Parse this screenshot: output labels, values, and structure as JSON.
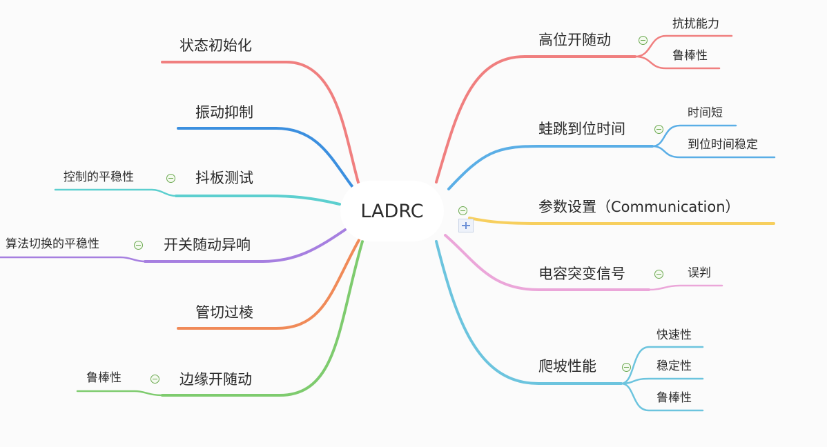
{
  "root": {
    "label": "LADRC"
  },
  "branches": {
    "zhuangtai": {
      "label": "状态初始化",
      "color": "#f07f7f"
    },
    "zhendong": {
      "label": "振动抑制",
      "color": "#3b8fdf"
    },
    "douban": {
      "label": "抖板测试",
      "color": "#5ccfcf",
      "children": [
        "控制的平稳性"
      ]
    },
    "kaiguan": {
      "label": "开关随动异响",
      "color": "#a67fe0",
      "children": [
        "算法切换的平稳性"
      ]
    },
    "guanqie": {
      "label": "管切过棱",
      "color": "#f08a58"
    },
    "bianyuan": {
      "label": "边缘开随动",
      "color": "#7ecb6e",
      "children": [
        "鲁棒性"
      ]
    },
    "gaowei": {
      "label": "高位开随动",
      "color": "#f07f7f",
      "children": [
        "抗扰能力",
        "鲁棒性"
      ]
    },
    "watiao": {
      "label": "蛙跳到位时间",
      "color": "#5aaee6",
      "children": [
        "时间短",
        "到位时间稳定"
      ]
    },
    "canshu": {
      "label": "参数设置（Communication）",
      "color": "#f7cf5e"
    },
    "dianrong": {
      "label": "电容突变信号",
      "color": "#eba6d9",
      "children": [
        "误判"
      ]
    },
    "papo": {
      "label": "爬坡性能",
      "color": "#6cc4de",
      "children": [
        "快速性",
        "稳定性",
        "鲁棒性"
      ]
    }
  }
}
